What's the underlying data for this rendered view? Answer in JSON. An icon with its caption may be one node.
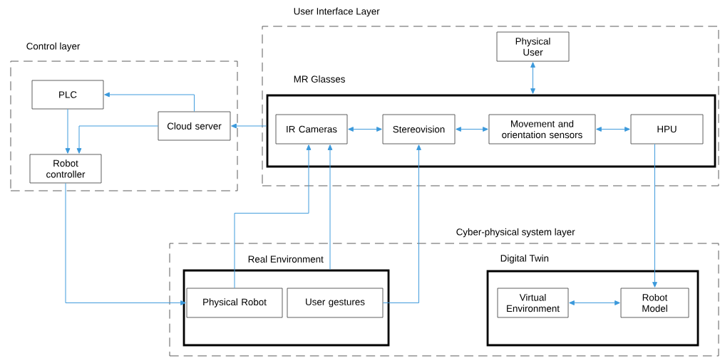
{
  "diagram": {
    "nodes": [
      {
        "text": [
          "Control layer"
        ]
      },
      {
        "text": [
          "PLC"
        ],
        "in": 0
      },
      {
        "text": [
          "Cloud server"
        ],
        "in": 0
      },
      {
        "text": [
          "Robot controller"
        ],
        "in": 0
      },
      {
        "text": [
          "User Interface Layer"
        ]
      },
      {
        "text": [
          "Physical User"
        ],
        "in": 4
      },
      {
        "text": [
          "MR Glasses"
        ],
        "in": 4
      },
      {
        "text": [
          "IR Cameras"
        ],
        "in": 6
      },
      {
        "text": [
          "Stereovision"
        ],
        "in": 6
      },
      {
        "text": [
          "Movement and orientation sensors"
        ],
        "in": 6
      },
      {
        "text": [
          "HPU"
        ],
        "in": 6
      },
      {
        "text": [
          "Cyber-physical system layer"
        ]
      },
      {
        "text": [
          "Real Environment"
        ],
        "in": 11
      },
      {
        "text": [
          "Physical Robot"
        ],
        "in": 12
      },
      {
        "text": [
          "User gestures"
        ],
        "in": 12
      },
      {
        "text": [
          "Digital Twin"
        ],
        "in": 11
      },
      {
        "text": [
          "Virtual Environment"
        ],
        "in": 15
      },
      {
        "text": [
          "Robot Model"
        ],
        "in": 15
      }
    ],
    "edges": [
      {
        "from": 2,
        "to": 1,
        "arrow": "to"
      },
      {
        "from": 1,
        "to": 3,
        "arrow": "to"
      },
      {
        "from": 2,
        "to": 3,
        "arrow": "to"
      },
      {
        "from": 6,
        "to": 2,
        "arrow": "to"
      },
      {
        "from": 5,
        "to": 6,
        "arrow": "both"
      },
      {
        "from": 7,
        "to": 8,
        "arrow": "both"
      },
      {
        "from": 8,
        "to": 9,
        "arrow": "both"
      },
      {
        "from": 9,
        "to": 10,
        "arrow": "both"
      },
      {
        "from": 10,
        "to": 17,
        "arrow": "to"
      },
      {
        "from": 3,
        "to": 13,
        "arrow": "to"
      },
      {
        "from": 13,
        "to": 7,
        "arrow": "to"
      },
      {
        "from": 12,
        "to": 7,
        "arrow": "to"
      },
      {
        "from": 14,
        "to": 8,
        "arrow": "to"
      },
      {
        "from": 16,
        "to": 17,
        "arrow": "both"
      }
    ]
  }
}
